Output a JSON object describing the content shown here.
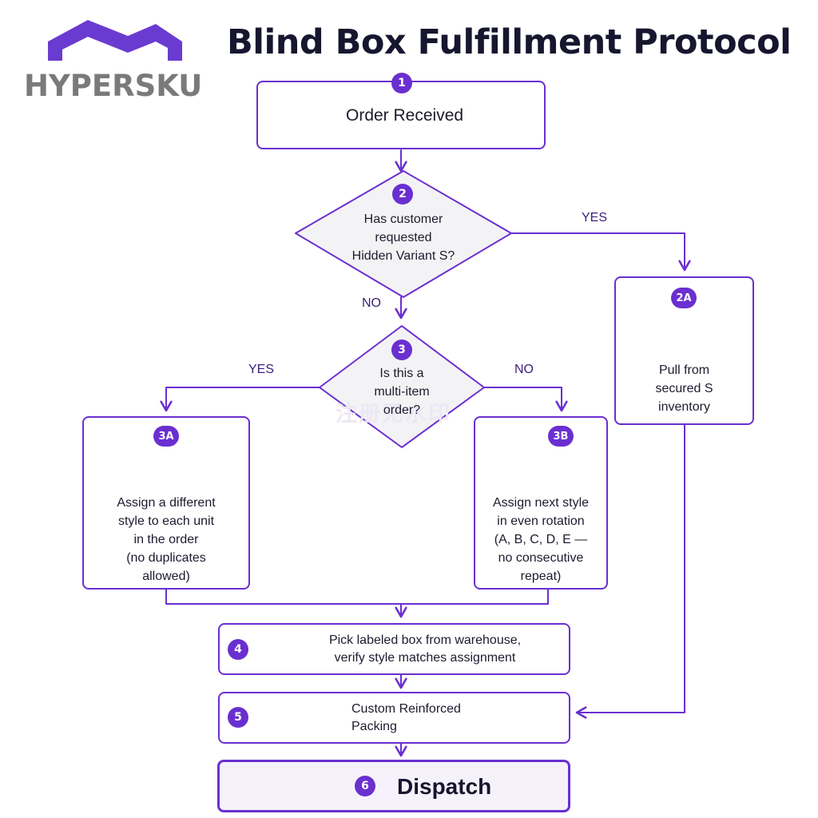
{
  "brand": {
    "logo_text": "HYPERSKU",
    "accent": "#6a2fd0"
  },
  "title": "Blind Box Fulfillment Protocol",
  "watermark": "注册无水印",
  "steps": {
    "s1": {
      "badge": "1",
      "text": "Order Received",
      "icon": "box-icon"
    },
    "s2": {
      "badge": "2",
      "lines": [
        "Has customer",
        "requested",
        "Hidden Variant S?"
      ]
    },
    "s2a": {
      "badge": "2A",
      "lines": [
        "Pull from",
        "secured S",
        "inventory"
      ],
      "icon": "lock-icon"
    },
    "s3": {
      "badge": "3",
      "lines": [
        "Is this a",
        "multi-item",
        "order?"
      ]
    },
    "s3a": {
      "badge": "3A",
      "lines": [
        "Assign a different",
        "style to each unit",
        "in the order",
        "(no duplicates",
        "allowed)"
      ],
      "icon": "boxes-rotate-icon"
    },
    "s3b": {
      "badge": "3B",
      "lines": [
        "Assign next style",
        "in even rotation",
        "(A, B, C, D, E —",
        "no consecutive",
        "repeat)"
      ],
      "icon": "box-rotate-icon"
    },
    "s4": {
      "badge": "4",
      "lines": [
        "Pick labeled box from warehouse,",
        "verify style matches assignment"
      ],
      "icon": "clipboard-check-icon"
    },
    "s5": {
      "badge": "5",
      "lines": [
        "Custom Reinforced",
        "Packing"
      ],
      "icon": "box-icon"
    },
    "s6": {
      "badge": "6",
      "text": "Dispatch",
      "icon": "truck-icon"
    }
  },
  "edges": {
    "yes_hidden": "YES",
    "no_hidden": "NO",
    "yes_multi": "YES",
    "no_multi": "NO"
  }
}
